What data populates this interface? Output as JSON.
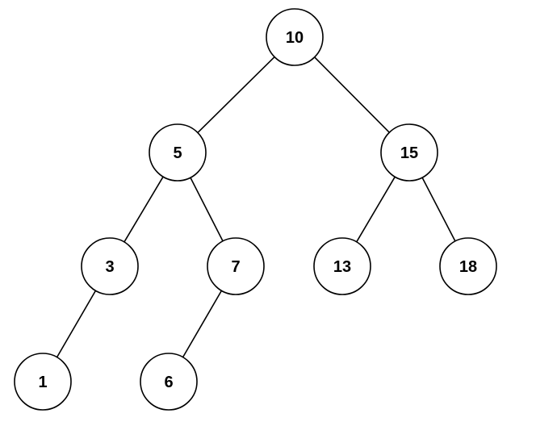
{
  "diagram": {
    "type": "binary-tree",
    "colors": {
      "background": "#ffffff",
      "stroke": "#000000",
      "node_fill": "#ffffff",
      "text": "#000000"
    },
    "nodes": [
      {
        "id": "n10",
        "label": "10"
      },
      {
        "id": "n5",
        "label": "5"
      },
      {
        "id": "n15",
        "label": "15"
      },
      {
        "id": "n3",
        "label": "3"
      },
      {
        "id": "n7",
        "label": "7"
      },
      {
        "id": "n13",
        "label": "13"
      },
      {
        "id": "n18",
        "label": "18"
      },
      {
        "id": "n1",
        "label": "1"
      },
      {
        "id": "n6",
        "label": "6"
      }
    ],
    "edges": [
      {
        "from": "n10",
        "to": "n5"
      },
      {
        "from": "n10",
        "to": "n15"
      },
      {
        "from": "n5",
        "to": "n3"
      },
      {
        "from": "n5",
        "to": "n7"
      },
      {
        "from": "n15",
        "to": "n13"
      },
      {
        "from": "n15",
        "to": "n18"
      },
      {
        "from": "n3",
        "to": "n1"
      },
      {
        "from": "n7",
        "to": "n6"
      }
    ]
  }
}
